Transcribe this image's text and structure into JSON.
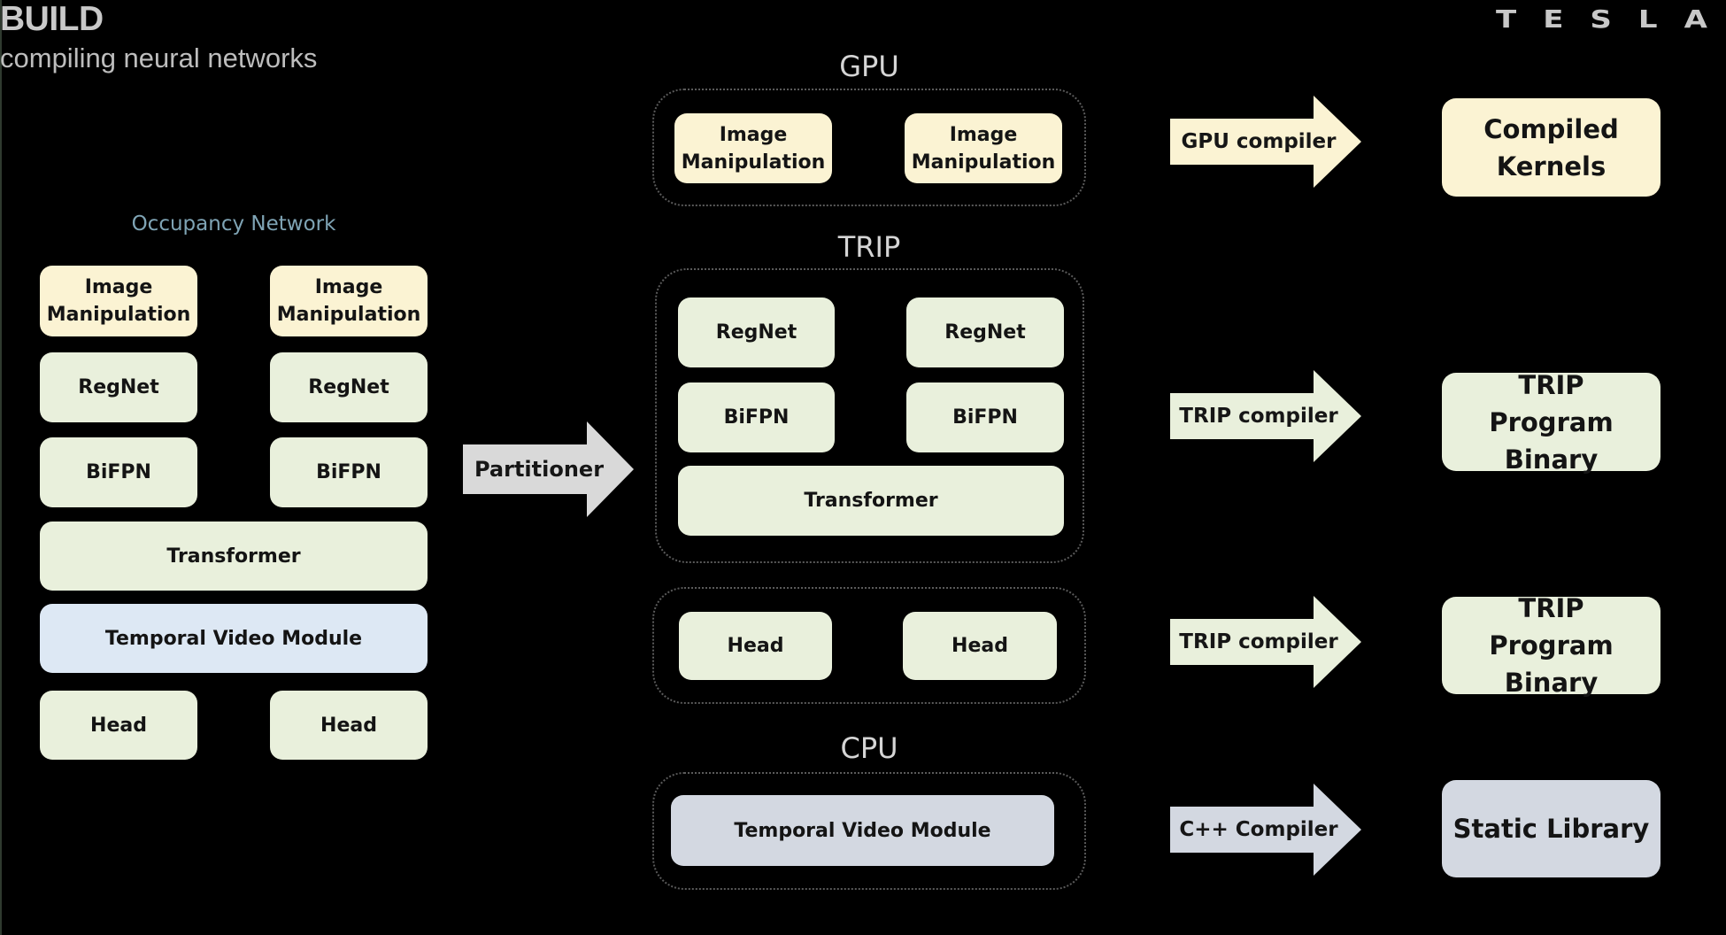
{
  "header": {
    "title": "BUILD",
    "subtitle": "compiling neural networks",
    "logo": "TESLA"
  },
  "occupancy_network": {
    "label": "Occupancy Network",
    "blocks": {
      "image_manipulation_left": "Image Manipulation",
      "image_manipulation_right": "Image Manipulation",
      "regnet_left": "RegNet",
      "regnet_right": "RegNet",
      "bifpn_left": "BiFPN",
      "bifpn_right": "BiFPN",
      "transformer": "Transformer",
      "temporal_video_module": "Temporal Video Module",
      "head_left": "Head",
      "head_right": "Head"
    }
  },
  "partitioner": {
    "label": "Partitioner"
  },
  "partitions": {
    "gpu": {
      "label": "GPU",
      "blocks": [
        "Image Manipulation",
        "Image Manipulation"
      ],
      "compiler": "GPU compiler",
      "output": "Compiled Kernels"
    },
    "trip": {
      "label": "TRIP",
      "blocks": [
        "RegNet",
        "RegNet",
        "BiFPN",
        "BiFPN",
        "Transformer"
      ],
      "compiler": "TRIP compiler",
      "output": "TRIP Program Binary"
    },
    "trip_heads": {
      "blocks": [
        "Head",
        "Head"
      ],
      "compiler": "TRIP compiler",
      "output": "TRIP Program Binary"
    },
    "cpu": {
      "label": "CPU",
      "blocks": [
        "Temporal Video Module"
      ],
      "compiler": "C++ Compiler",
      "output": "Static Library"
    }
  },
  "colors": {
    "background": "#000000",
    "yellow_block": "#fbf3d3",
    "green_block": "#e9f0dc",
    "blue_block": "#dde8f4",
    "cpu_block": "#d3d8e1",
    "partitioner_arrow": "#d9d9d9",
    "accent_label": "#7fa4b5"
  }
}
